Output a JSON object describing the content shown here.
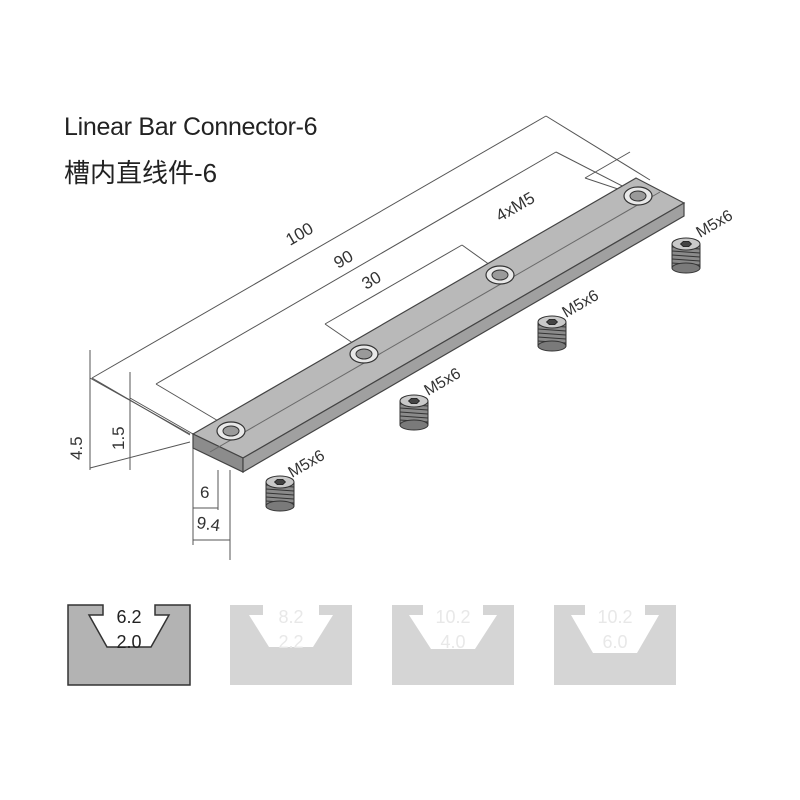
{
  "title": {
    "en": "Linear Bar Connector-6",
    "cn": "槽内直线件-6"
  },
  "dimensions": {
    "length_total": "100",
    "hole_span": "90",
    "hole_pitch": "30",
    "hole_thread": "4xM5",
    "height_total": "4.5",
    "height_step": "1.5",
    "width_bar": "6",
    "width_total": "9.4"
  },
  "screws": [
    {
      "label": "M5x6"
    },
    {
      "label": "M5x6"
    },
    {
      "label": "M5x6"
    },
    {
      "label": "M5x6"
    }
  ],
  "profiles": [
    {
      "top": "6.2",
      "bottom": "2.0",
      "active": true
    },
    {
      "top": "8.2",
      "bottom": "2.2",
      "active": false
    },
    {
      "top": "10.2",
      "bottom": "4.0",
      "active": false
    },
    {
      "top": "10.2",
      "bottom": "6.0",
      "active": false
    }
  ],
  "colors": {
    "bar_top": "#b9b9b9",
    "bar_side": "#8c8c8c",
    "line": "#444444",
    "profile_active": "#b3b3b3",
    "profile_inactive": "#d5d5d5",
    "text_inactive": "#e8e8e8"
  }
}
